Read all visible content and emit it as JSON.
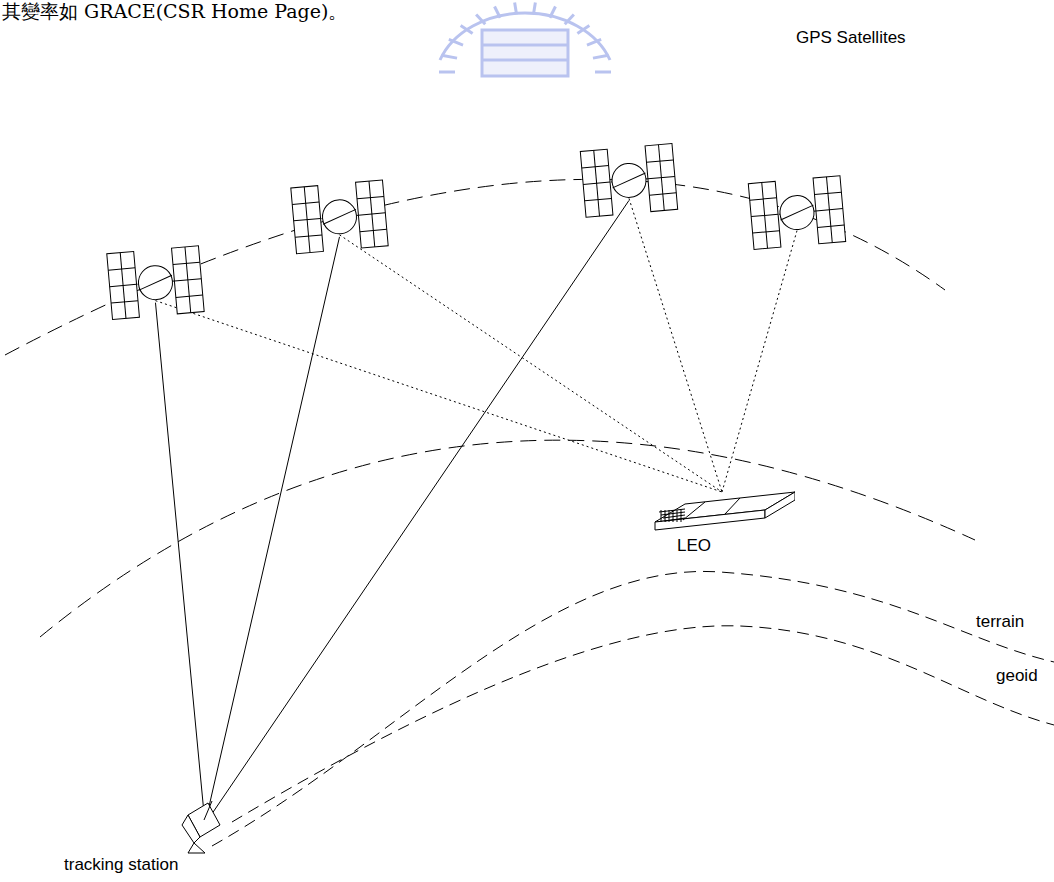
{
  "diagram": {
    "nodes": [
      {
        "text": [
          "LEO"
        ]
      },
      {
        "text": [
          "tracking station"
        ]
      }
    ],
    "labels": [
      "其變率如 GRACE(CSR Home Page)。",
      "GPS Satellites",
      "terrain",
      "geoid"
    ]
  }
}
